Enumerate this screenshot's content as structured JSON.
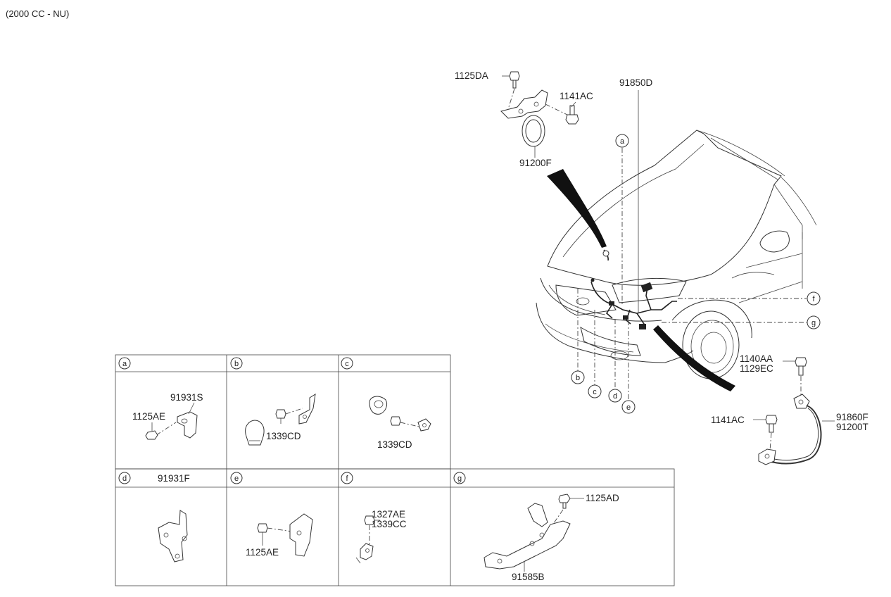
{
  "engine_note": "(2000 CC - NU)",
  "callouts": {
    "a": "a",
    "b": "b",
    "c": "c",
    "d": "d",
    "e": "e",
    "f": "f",
    "g": "g"
  },
  "parts": {
    "p1125DA": "1125DA",
    "p1141AC_top": "1141AC",
    "p91850D": "91850D",
    "p91200F": "91200F",
    "p1140AA": "1140AA",
    "p1129EC": "1129EC",
    "p1141AC_right": "1141AC",
    "p91860F": "91860F",
    "p91200T": "91200T"
  },
  "detail_table": {
    "cells": [
      {
        "key": "a",
        "title": "",
        "labels": [
          "91931S",
          "1125AE"
        ]
      },
      {
        "key": "b",
        "title": "",
        "labels": [
          "1339CD"
        ]
      },
      {
        "key": "c",
        "title": "",
        "labels": [
          "1339CD"
        ]
      },
      {
        "key": "d",
        "title": "91931F",
        "labels": []
      },
      {
        "key": "e",
        "title": "",
        "labels": [
          "1125AE"
        ]
      },
      {
        "key": "f",
        "title": "",
        "labels": [
          "1327AE",
          "1339CC"
        ]
      },
      {
        "key": "g",
        "title": "",
        "labels": [
          "1125AD",
          "91585B"
        ]
      }
    ]
  }
}
